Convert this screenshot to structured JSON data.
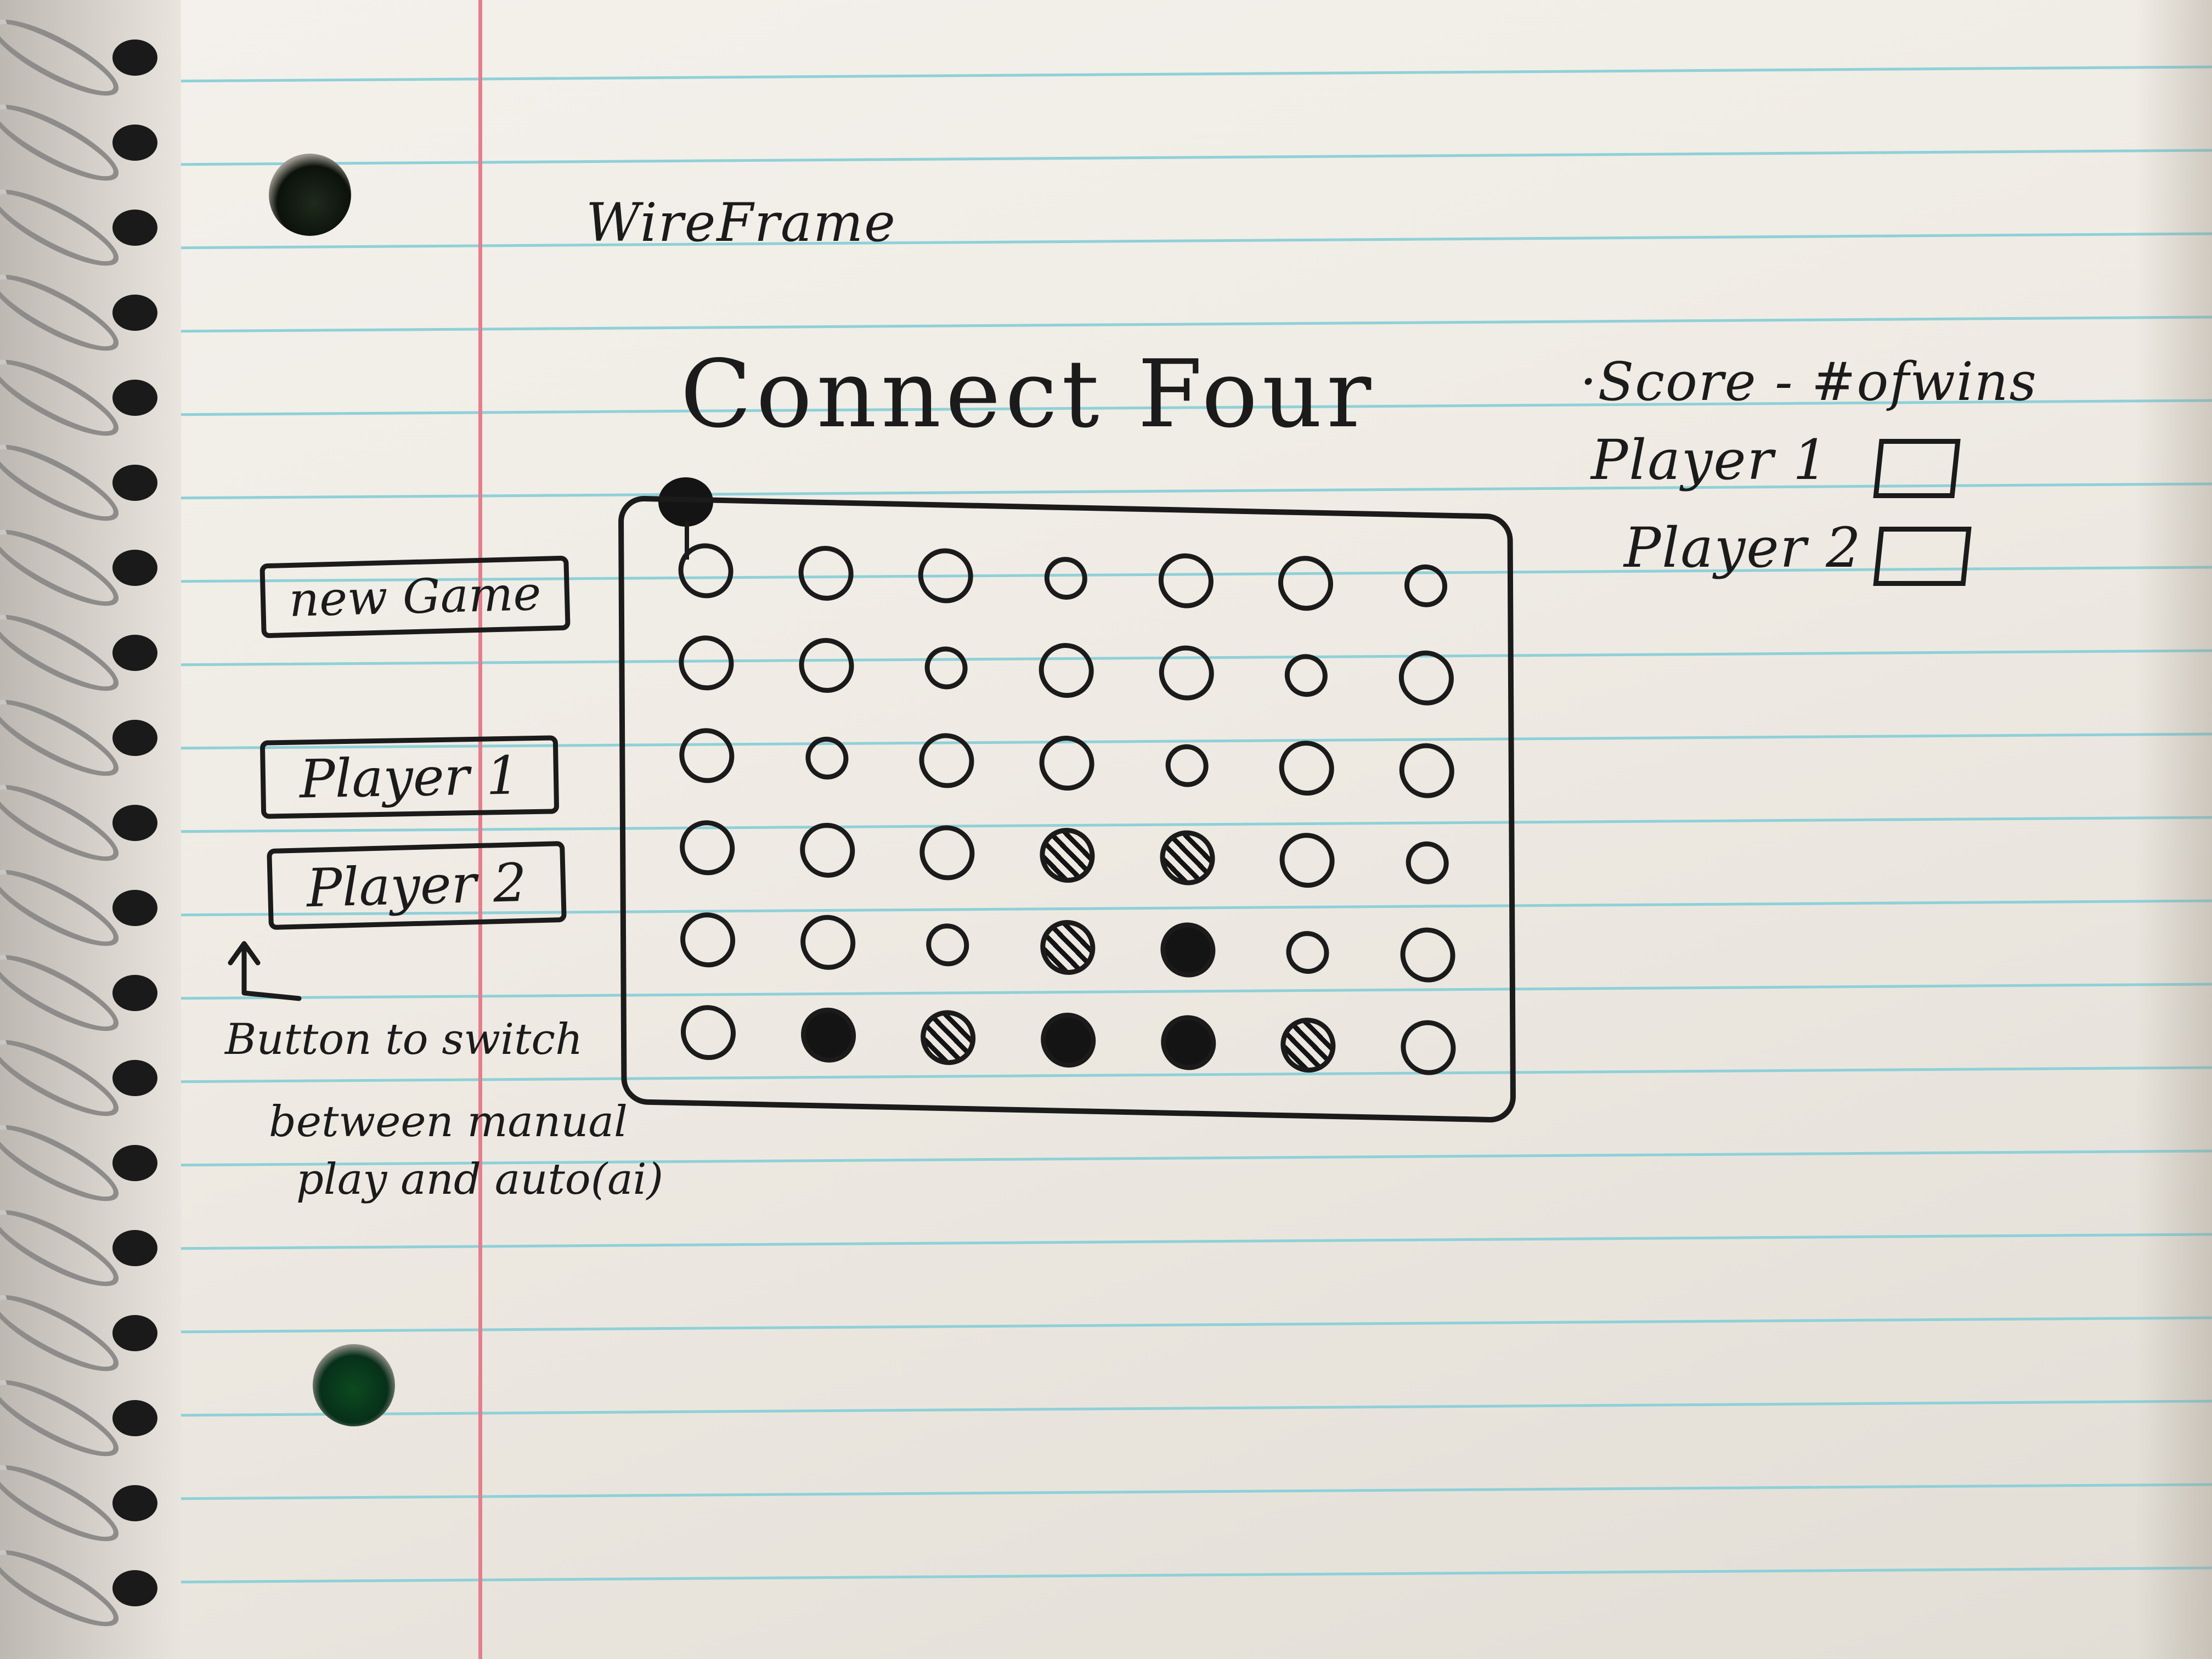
{
  "sketch": {
    "wireframe_label": "WireFrame",
    "title": "Connect Four",
    "score": {
      "heading": "·Score - #ofwins",
      "players": [
        {
          "label": "Player 1"
        },
        {
          "label": "Player 2"
        }
      ]
    },
    "controls": {
      "new_game_label": "new Game",
      "player1_toggle_label": "Player 1",
      "player2_toggle_label": "Player 2"
    },
    "annotation": {
      "line1": "Button to switch",
      "line2": "between manual",
      "line3": "play and auto(ai)"
    },
    "board": {
      "columns": 7,
      "rows": 6,
      "cells": [
        [
          "empty",
          "empty",
          "empty",
          "empty",
          "empty",
          "empty",
          "empty"
        ],
        [
          "empty",
          "empty",
          "empty",
          "empty",
          "empty",
          "empty",
          "empty"
        ],
        [
          "empty",
          "empty",
          "empty",
          "empty",
          "empty",
          "empty",
          "empty"
        ],
        [
          "empty",
          "empty",
          "empty",
          "hatched",
          "hatched",
          "empty",
          "empty"
        ],
        [
          "empty",
          "empty",
          "empty",
          "hatched",
          "filled",
          "empty",
          "empty"
        ],
        [
          "empty",
          "filled",
          "hatched",
          "filled",
          "filled",
          "hatched",
          "empty"
        ]
      ]
    },
    "colors": {
      "ink": "#1b1b1b",
      "paper": "#f4f1ec",
      "rule_line": "#8fd0d8",
      "margin_line": "#e37f8d",
      "punch_hole_green": "#0c4a1f"
    }
  }
}
